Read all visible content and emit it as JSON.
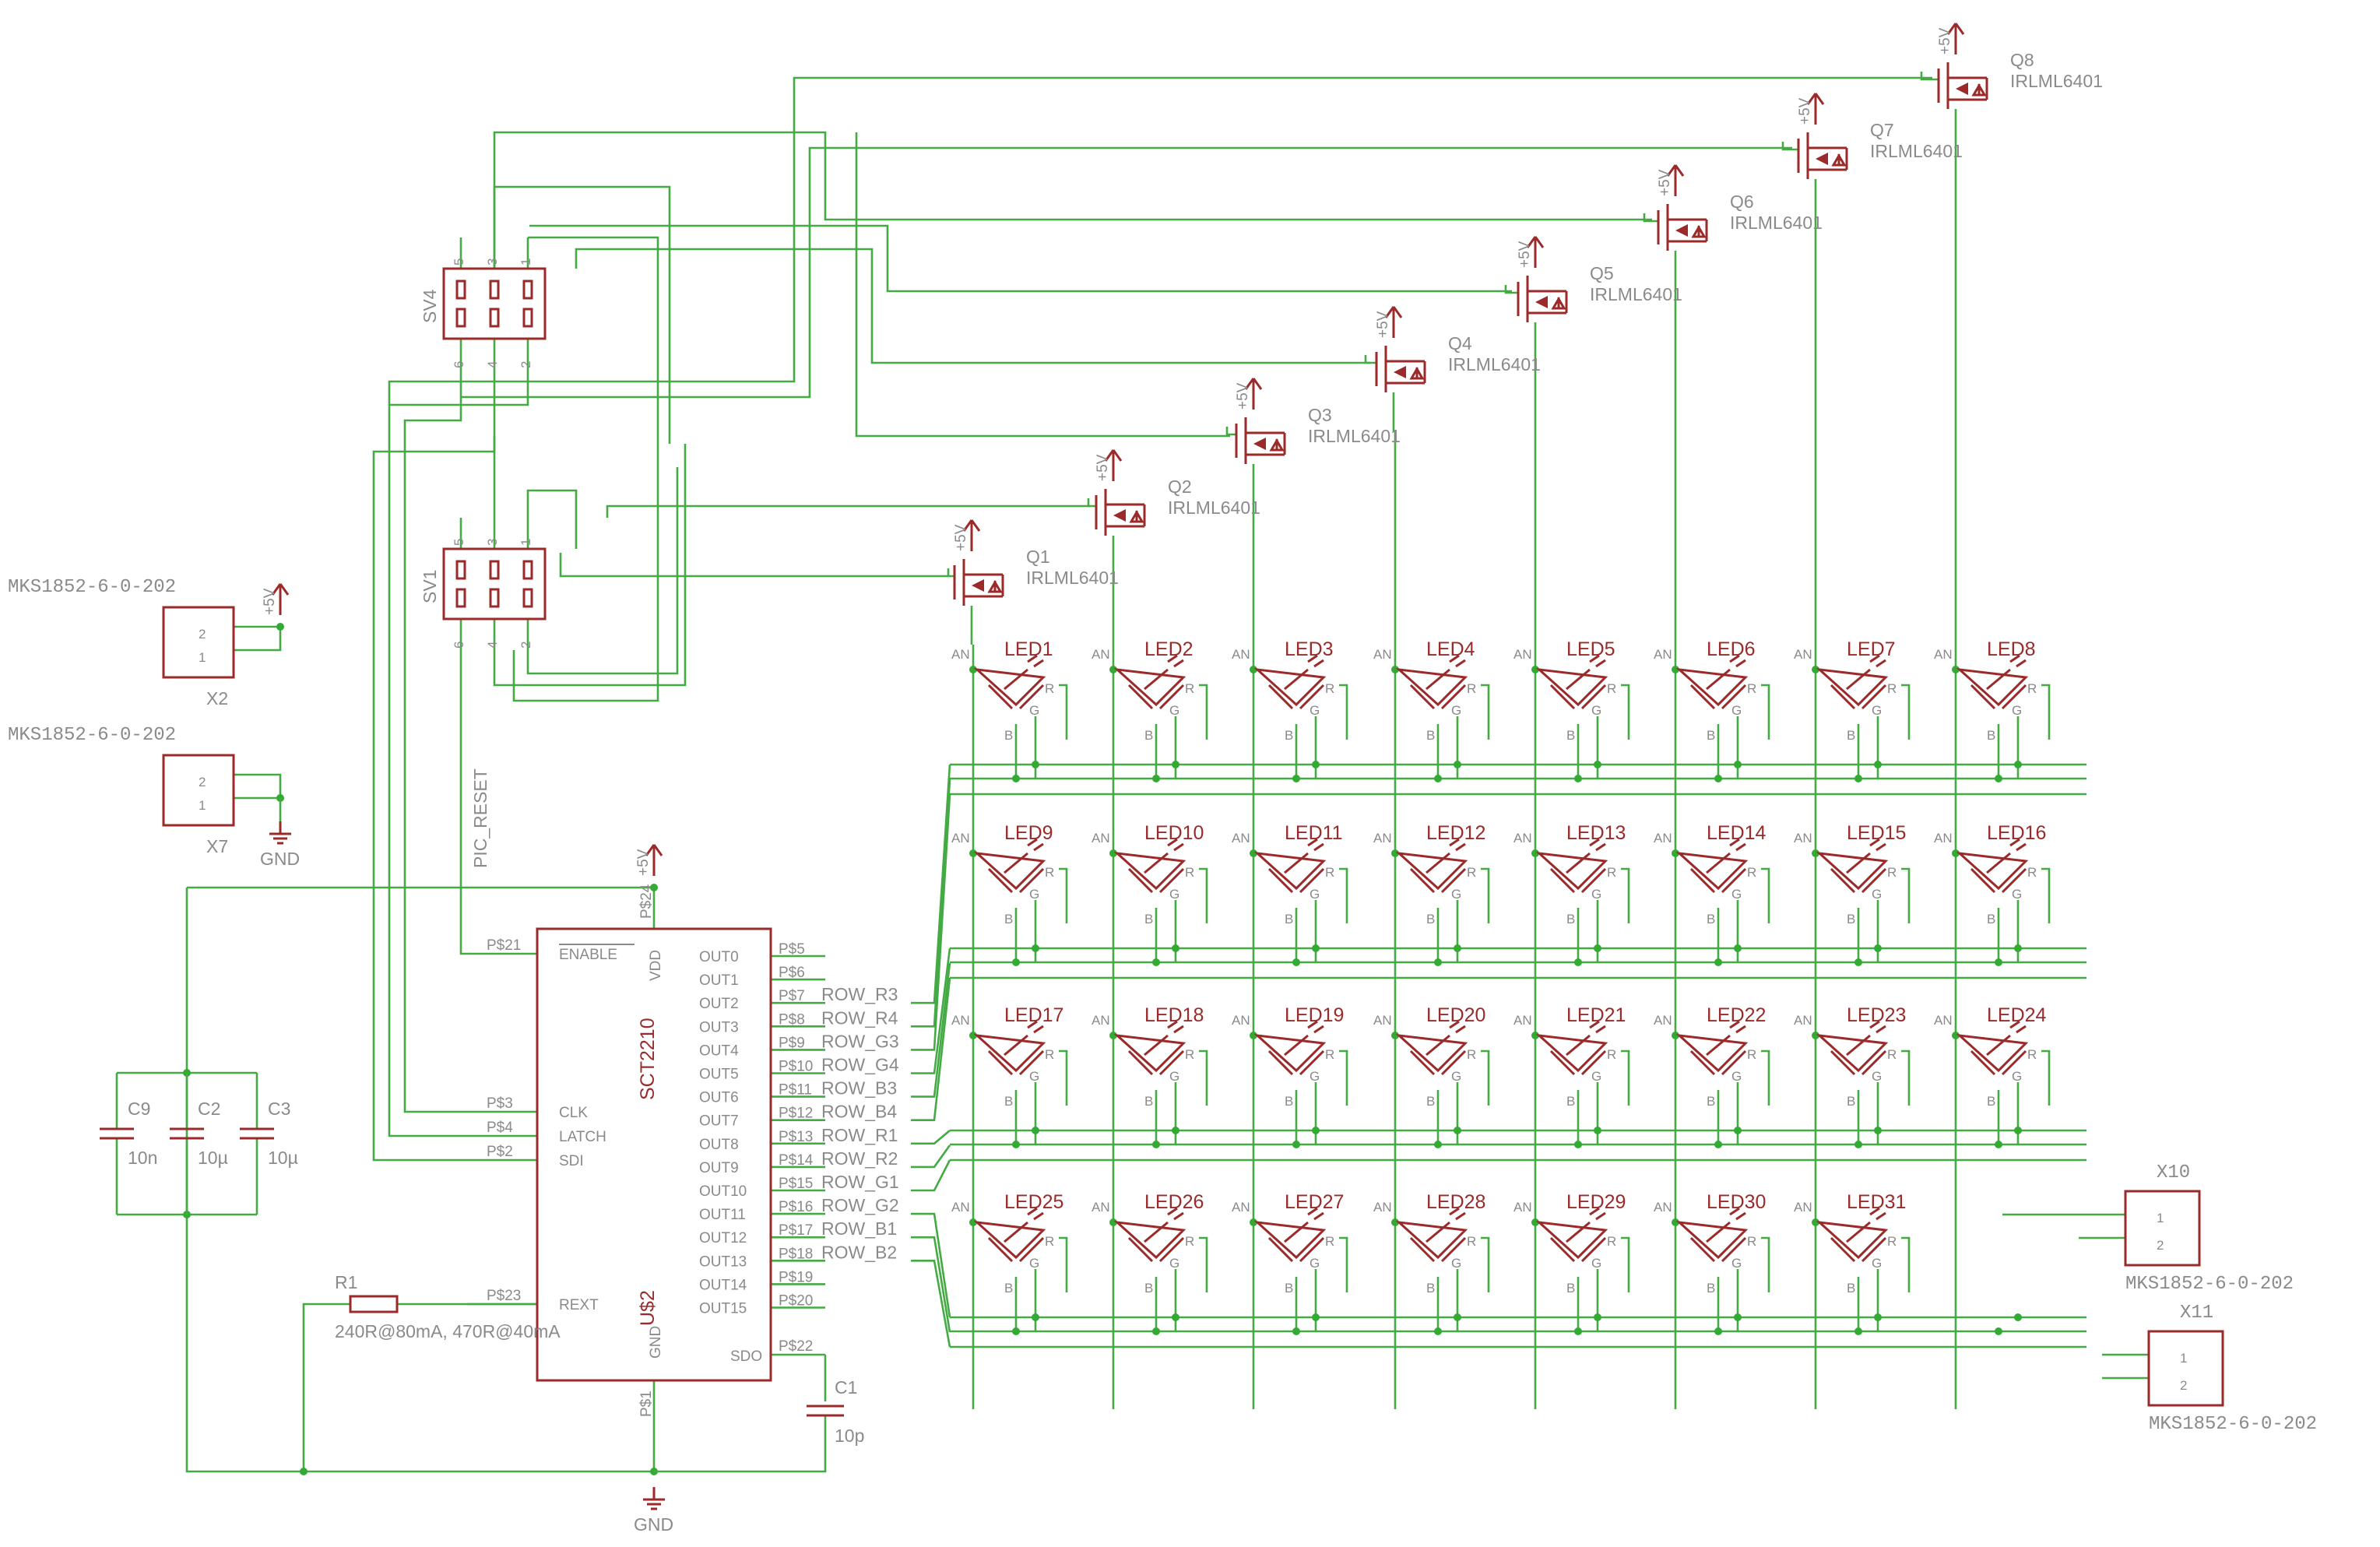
{
  "ic": {
    "ref": "U$2",
    "value": "SCT2210",
    "supply_label": "+5V",
    "gnd_label": "GND",
    "pins_left": [
      {
        "pad": "P$21",
        "name": "ENABLE"
      },
      {
        "pad": "P$3",
        "name": "CLK"
      },
      {
        "pad": "P$4",
        "name": "LATCH"
      },
      {
        "pad": "P$2",
        "name": "SDI"
      },
      {
        "pad": "P$23",
        "name": "REXT"
      }
    ],
    "pins_right": [
      {
        "pad": "P$5",
        "name": "OUT0",
        "net": ""
      },
      {
        "pad": "P$6",
        "name": "OUT1",
        "net": ""
      },
      {
        "pad": "P$7",
        "name": "OUT2",
        "net": "ROW_R3"
      },
      {
        "pad": "P$8",
        "name": "OUT3",
        "net": "ROW_R4"
      },
      {
        "pad": "P$9",
        "name": "OUT4",
        "net": "ROW_G3"
      },
      {
        "pad": "P$10",
        "name": "OUT5",
        "net": "ROW_G4"
      },
      {
        "pad": "P$11",
        "name": "OUT6",
        "net": "ROW_B3"
      },
      {
        "pad": "P$12",
        "name": "OUT7",
        "net": "ROW_B4"
      },
      {
        "pad": "P$13",
        "name": "OUT8",
        "net": "ROW_R1"
      },
      {
        "pad": "P$14",
        "name": "OUT9",
        "net": "ROW_R2"
      },
      {
        "pad": "P$15",
        "name": "OUT10",
        "net": "ROW_G1"
      },
      {
        "pad": "P$16",
        "name": "OUT11",
        "net": "ROW_G2"
      },
      {
        "pad": "P$17",
        "name": "OUT12",
        "net": "ROW_B1"
      },
      {
        "pad": "P$18",
        "name": "OUT13",
        "net": "ROW_B2"
      },
      {
        "pad": "P$19",
        "name": "OUT14",
        "net": ""
      },
      {
        "pad": "P$20",
        "name": "OUT15",
        "net": ""
      }
    ],
    "pin_vdd": {
      "pad": "P$24",
      "name": "VDD"
    },
    "pin_gnd": {
      "pad": "P$1",
      "name": "GND"
    },
    "pin_sdo": {
      "pad": "P$22",
      "name": "SDO"
    }
  },
  "resistor": {
    "ref": "R1",
    "value": "240R@80mA, 470R@40mA"
  },
  "capacitors": [
    {
      "ref": "C9",
      "value": "10n"
    },
    {
      "ref": "C2",
      "value": "10µ"
    },
    {
      "ref": "C3",
      "value": "10µ"
    },
    {
      "ref": "C1",
      "value": "10p"
    }
  ],
  "gnd_label": "GND",
  "supply_label": "+5V",
  "headers": [
    {
      "ref": "SV4",
      "pins_top": [
        "5",
        "3",
        "1"
      ],
      "pins_bottom": [
        "6",
        "4",
        "2"
      ]
    },
    {
      "ref": "SV1",
      "pins_top": [
        "5",
        "3",
        "1"
      ],
      "pins_bottom": [
        "6",
        "4",
        "2"
      ]
    }
  ],
  "pic_reset_label": "PIC_RESET",
  "connectors": [
    {
      "ref": "X2",
      "value": "MKS1852-6-0-202",
      "pins": [
        "2",
        "1"
      ],
      "supply": "+5V"
    },
    {
      "ref": "X7",
      "value": "MKS1852-6-0-202",
      "pins": [
        "2",
        "1"
      ],
      "supply": "GND"
    },
    {
      "ref": "X10",
      "value": "MKS1852-6-0-202",
      "pins": [
        "1",
        "2"
      ]
    },
    {
      "ref": "X11",
      "value": "MKS1852-6-0-202",
      "pins": [
        "1",
        "2"
      ]
    }
  ],
  "transistors": [
    {
      "ref": "Q1",
      "value": "IRLML6401",
      "supply": "+5V"
    },
    {
      "ref": "Q2",
      "value": "IRLML6401",
      "supply": "+5V"
    },
    {
      "ref": "Q3",
      "value": "IRLML6401",
      "supply": "+5V"
    },
    {
      "ref": "Q4",
      "value": "IRLML6401",
      "supply": "+5V"
    },
    {
      "ref": "Q5",
      "value": "IRLML6401",
      "supply": "+5V"
    },
    {
      "ref": "Q6",
      "value": "IRLML6401",
      "supply": "+5V"
    },
    {
      "ref": "Q7",
      "value": "IRLML6401",
      "supply": "+5V"
    },
    {
      "ref": "Q8",
      "value": "IRLML6401",
      "supply": "+5V"
    }
  ],
  "led_pins": {
    "anode": "AN",
    "red": "R",
    "green": "G",
    "blue": "B"
  },
  "leds": [
    "LED1",
    "LED2",
    "LED3",
    "LED4",
    "LED5",
    "LED6",
    "LED7",
    "LED8",
    "LED9",
    "LED10",
    "LED11",
    "LED12",
    "LED13",
    "LED14",
    "LED15",
    "LED16",
    "LED17",
    "LED18",
    "LED19",
    "LED20",
    "LED21",
    "LED22",
    "LED23",
    "LED24",
    "LED25",
    "LED26",
    "LED27",
    "LED28",
    "LED29",
    "LED30",
    "LED31"
  ]
}
